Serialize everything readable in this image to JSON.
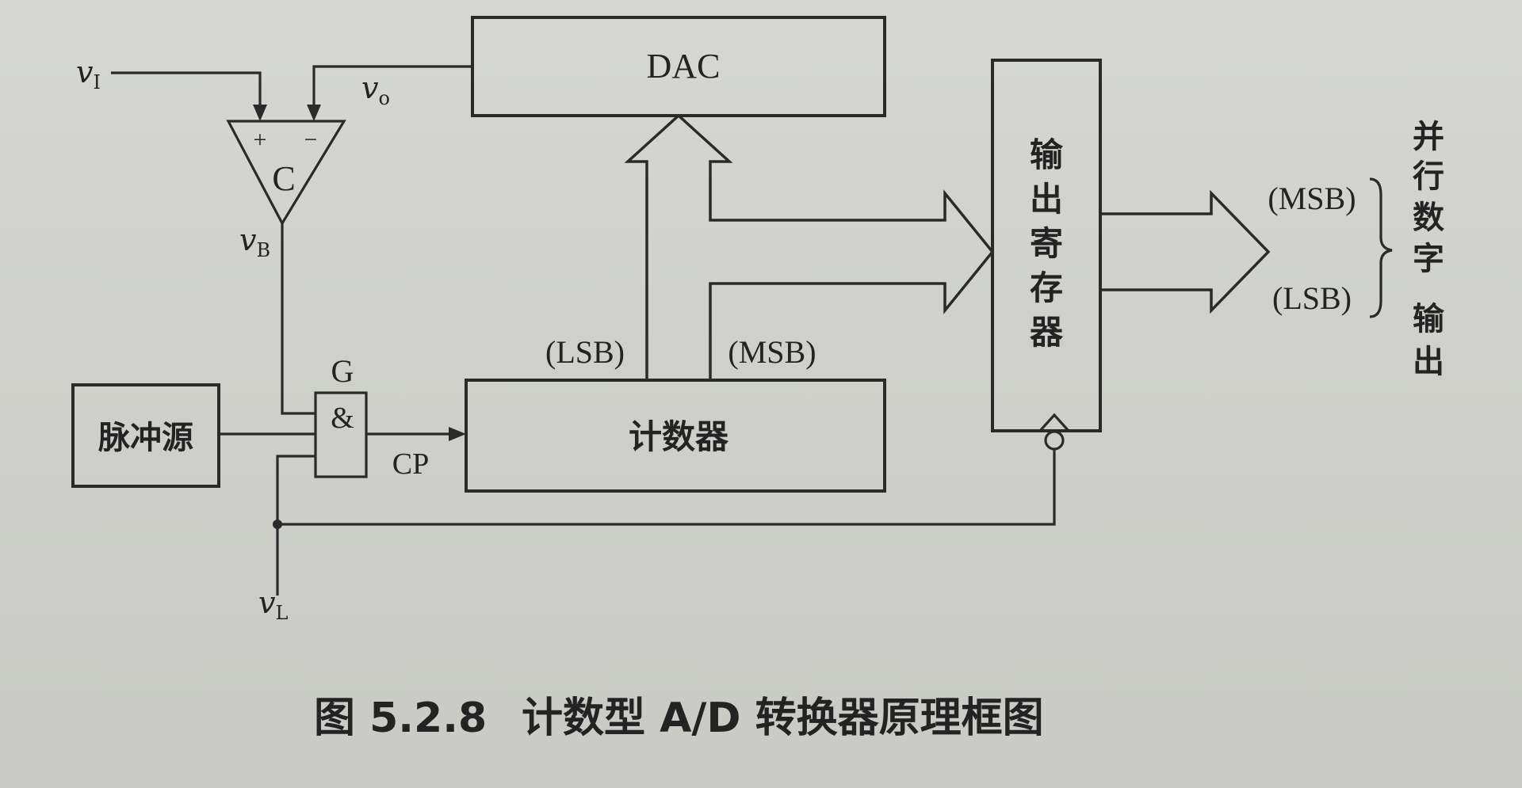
{
  "blocks": {
    "dac": "DAC",
    "counter": "计数器",
    "pulse_source": "脉冲源",
    "output_register": [
      "输",
      "出",
      "寄",
      "存",
      "器"
    ],
    "comparator": "C",
    "comparator_plus": "+",
    "comparator_minus": "−",
    "gate_name": "G",
    "gate_symbol": "&"
  },
  "signals": {
    "vi_main": "v",
    "vi_sub": "I",
    "vo_main": "v",
    "vo_sub": "o",
    "vb_main": "v",
    "vb_sub": "B",
    "vl_main": "v",
    "vl_sub": "L",
    "cp": "CP"
  },
  "bus_labels": {
    "counter_lsb": "(LSB)",
    "counter_msb": "(MSB)",
    "out_msb": "(MSB)",
    "out_lsb": "(LSB)"
  },
  "output_label": [
    "并",
    "行",
    "数",
    "字",
    "输",
    "出"
  ],
  "caption": {
    "number": "图 5.2.8",
    "title": "计数型 A/D 转换器原理框图"
  }
}
